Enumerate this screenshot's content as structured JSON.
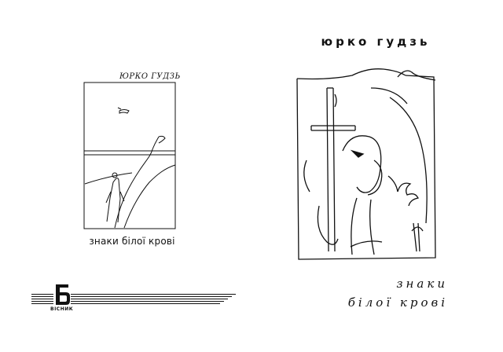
{
  "back_cover": {
    "author": "ЮРКО ГУДЗЬ",
    "title": "знаки білої крові",
    "publisher": "ВІСНИК"
  },
  "front_cover": {
    "author": "юрко гудзь",
    "title_line_1": "знаки",
    "title_line_2": "білої крові"
  }
}
